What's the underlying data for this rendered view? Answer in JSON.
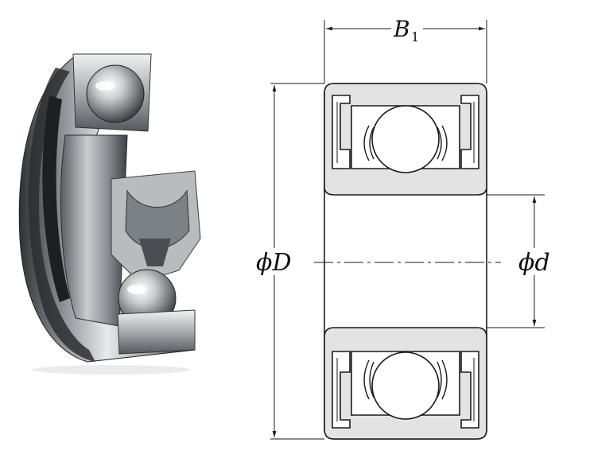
{
  "labels": {
    "width": "B",
    "width_subscript": "1",
    "outer_diameter": "ϕD",
    "bore_diameter": "ϕd"
  },
  "colors": {
    "ring_fill": "#e3e3e3",
    "line": "#1a1a1a",
    "ball": "#ffffff",
    "photo_dark": "#3a3d40",
    "photo_mid": "#9ea3a7",
    "photo_light": "#e6e8ea"
  },
  "illustration": {
    "photo": "cutaway-bearing-photo",
    "drawing": "bearing-cross-section"
  }
}
